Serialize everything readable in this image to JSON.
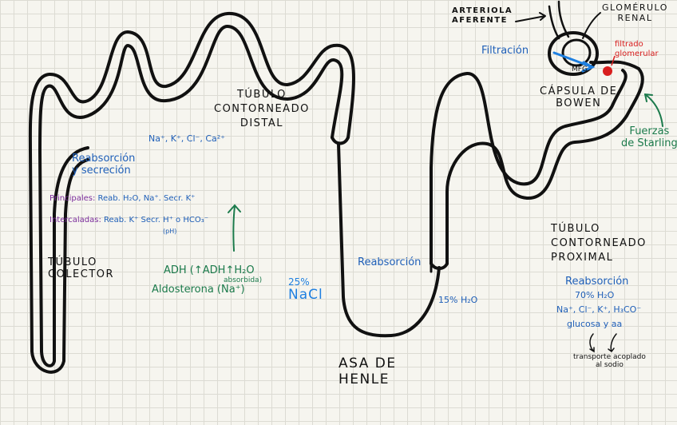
{
  "colors": {
    "ink": "#111111",
    "blue": "#1f5fb8",
    "bright_blue": "#1e7fe0",
    "purple": "#7b2d9c",
    "green": "#1b7a4b",
    "red": "#d81e1e"
  },
  "labels": {
    "arteriola": "ARTERIOLA\nAFERENTE",
    "glomerulo": "GLOMÉRULO\nRENAL",
    "filtracion": "Filtración",
    "mfg": "MFG",
    "filtrado": "filtrado\nglomerular",
    "capsula": "CÁPSULA DE\nBOWEN",
    "fuerzas": "Fuerzas\nde Starling",
    "tubulo_distal": "TÚBULO\nCONTORNEADO\nDISTAL",
    "ions_distal": "Na⁺, K⁺, Cl⁻, Ca²⁺",
    "reab_secrecion": "Reabsorción\ny secreción",
    "principales_title": "Principales:",
    "principales_text": "Reab. H₂O, Na⁺. Secr. K⁺",
    "intercaladas_title": "Intercaladas:",
    "intercaladas_text": "Reab. K⁺ Secr. H⁺ o HCO₃⁻",
    "ph": "(pH)",
    "adh": "ADH (↑ADH↑H₂O",
    "absorbida": "absorbida)",
    "aldosterona": "Aldosterona (Na⁺)",
    "tubulo_colector": "TÚBULO\nCOLECTOR",
    "nacl": "25%\nNaCl",
    "reabsorcion_asa": "Reabsorción",
    "h2o_15": "15% H₂O",
    "asa": "ASA DE\nHENLE",
    "tubulo_proximal": "TÚBULO\nCONTORNEADO\nPROXIMAL",
    "reab_proximal": "Reabsorción",
    "h2o_70": "70% H₂O",
    "ions_proximal": "Na⁺, Cl⁻, K⁺, H₃CO⁻",
    "glucosa": "glucosa y aa",
    "transporte": "transporte acoplado\nal sodio"
  }
}
